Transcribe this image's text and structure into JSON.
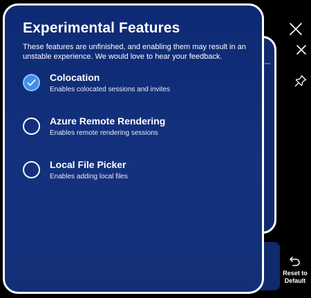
{
  "dialog": {
    "title": "Experimental Features",
    "description": "These features are unfinished, and enabling them may result in an unstable experience. We would love to hear your feedback."
  },
  "options": [
    {
      "title": "Colocation",
      "subtitle": "Enables colocated sessions and invites",
      "checked": true
    },
    {
      "title": "Azure Remote Rendering",
      "subtitle": "Enables remote rendering sessions",
      "checked": false
    },
    {
      "title": "Local File Picker",
      "subtitle": "Enables adding local files",
      "checked": false
    }
  ],
  "controls": {
    "close_icon": "close-icon",
    "pin_icon": "pin-icon",
    "reset_label_line1": "Reset to",
    "reset_label_line2": "Default"
  },
  "colors": {
    "panel_bg": "#0e2a74",
    "checked_accent": "#3f8fe6",
    "border": "#ffffff"
  }
}
